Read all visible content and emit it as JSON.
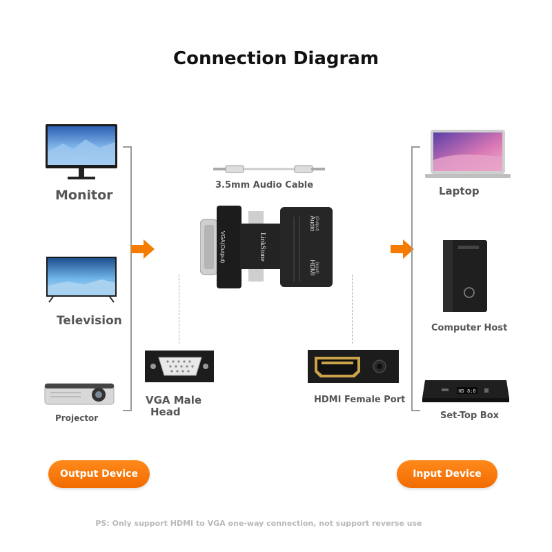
{
  "title": "Connection Diagram",
  "output_devices": [
    "Monitor",
    "Television",
    "Projector"
  ],
  "input_devices": [
    "Laptop",
    "Computer Host",
    "Set-Top Box"
  ],
  "audio_cable": "3.5mm Audio Cable",
  "vga_label": [
    "VGA Male",
    "Head"
  ],
  "hdmi_label": "HDMI Female Port",
  "adapter": {
    "brand": "LinkStone",
    "vga": "VGA(Output)",
    "hdmi": "HDMI",
    "hdmi_sub": "(Input)",
    "audio": "Audio",
    "audio_sub": "(Output)"
  },
  "settop_display": "HD 8:8",
  "output_button": "Output Device",
  "input_button": "Input Device",
  "footnote": "PS: Only support HDMI to VGA one-way connection, not support reverse use",
  "colors": {
    "accent": "#f57c00",
    "bracket": "#999999"
  }
}
